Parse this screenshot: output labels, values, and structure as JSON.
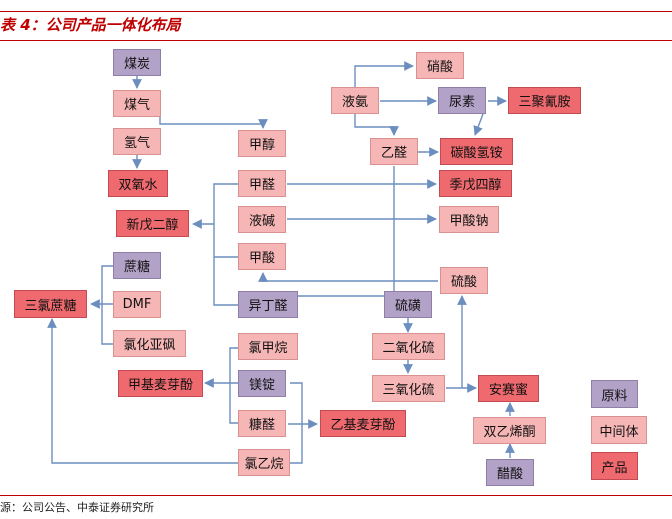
{
  "title": "表 4：公司产品一体化布局",
  "source": "源：公司公告、中泰证券研究所",
  "nodes": {
    "coal": "煤炭",
    "gas": "煤气",
    "h2": "氢气",
    "h2o2": "双氧水",
    "methanol": "甲醇",
    "nh3": "液氨",
    "nitric": "硝酸",
    "urea": "尿素",
    "melamine": "三聚氰胺",
    "acetaldehyde": "乙醛",
    "abc": "碳酸氢铵",
    "formaldehyde": "甲醛",
    "penta": "季戊四醇",
    "neo": "新戊二醇",
    "naoh": "液碱",
    "formate": "甲酸钠",
    "formic": "甲酸",
    "sucrose": "蔗糖",
    "dmf": "DMF",
    "sucralose": "三氯蔗糖",
    "socl2": "氯化亚砜",
    "isobut": "异丁醛",
    "sulfuric": "硫酸",
    "sulfur": "硫磺",
    "so2": "二氧化硫",
    "so3": "三氧化硫",
    "mecl": "氯甲烷",
    "mg": "镁锭",
    "maltol": "甲基麦芽酚",
    "furfural": "糠醛",
    "emaltol": "乙基麦芽酚",
    "acek": "安赛蜜",
    "diketene": "双乙烯酮",
    "acetic": "醋酸",
    "chloroethane": "氯乙烷"
  },
  "legend": {
    "raw": "原料",
    "mid": "中间体",
    "prod": "产品"
  },
  "colors": {
    "raw": "#b3a2c7",
    "mid": "#f7b6b6",
    "prod": "#ef6a6f",
    "line": "#6c8ebf",
    "accent": "#c00000"
  }
}
